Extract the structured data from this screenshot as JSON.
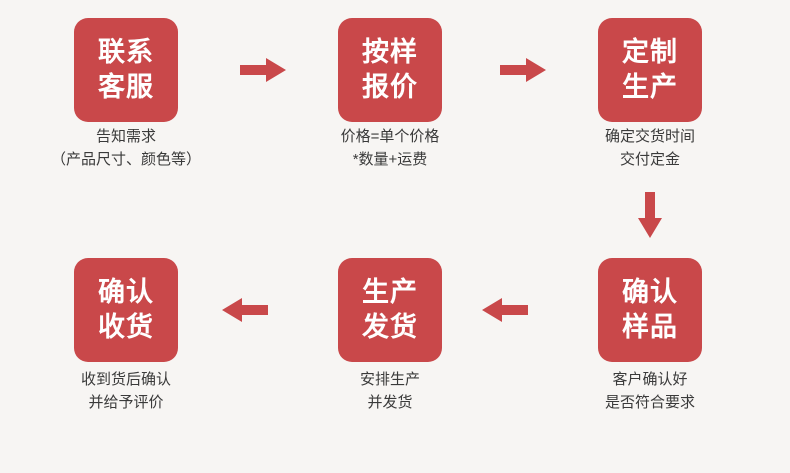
{
  "diagram": {
    "type": "process-flow",
    "background_color": "#f7f5f3",
    "node_color": "#c9484a",
    "node_text_color": "#ffffff",
    "caption_text_color": "#3a3a3a",
    "arrow_color": "#c9484a",
    "steps": [
      {
        "id": "step-1",
        "title_lines": [
          "联系",
          "客服"
        ],
        "caption_lines": [
          "告知需求",
          "（产品尺寸、颜色等）"
        ]
      },
      {
        "id": "step-2",
        "title_lines": [
          "按样",
          "报价"
        ],
        "caption_lines": [
          "价格=单个价格",
          "*数量+运费"
        ]
      },
      {
        "id": "step-3",
        "title_lines": [
          "定制",
          "生产"
        ],
        "caption_lines": [
          "确定交货时间",
          "交付定金"
        ]
      },
      {
        "id": "step-4",
        "title_lines": [
          "确认",
          "样品"
        ],
        "caption_lines": [
          "客户确认好",
          "是否符合要求"
        ]
      },
      {
        "id": "step-5",
        "title_lines": [
          "生产",
          "发货"
        ],
        "caption_lines": [
          "安排生产",
          "并发货"
        ]
      },
      {
        "id": "step-6",
        "title_lines": [
          "确认",
          "收货"
        ],
        "caption_lines": [
          "收到货后确认",
          "并给予评价"
        ]
      }
    ],
    "arrows": [
      {
        "id": "arrow-1",
        "from": "step-1",
        "to": "step-2",
        "direction": "right"
      },
      {
        "id": "arrow-2",
        "from": "step-2",
        "to": "step-3",
        "direction": "right"
      },
      {
        "id": "arrow-3",
        "from": "step-3",
        "to": "step-4",
        "direction": "down"
      },
      {
        "id": "arrow-4",
        "from": "step-4",
        "to": "step-5",
        "direction": "left"
      },
      {
        "id": "arrow-5",
        "from": "step-5",
        "to": "step-6",
        "direction": "left"
      }
    ]
  }
}
